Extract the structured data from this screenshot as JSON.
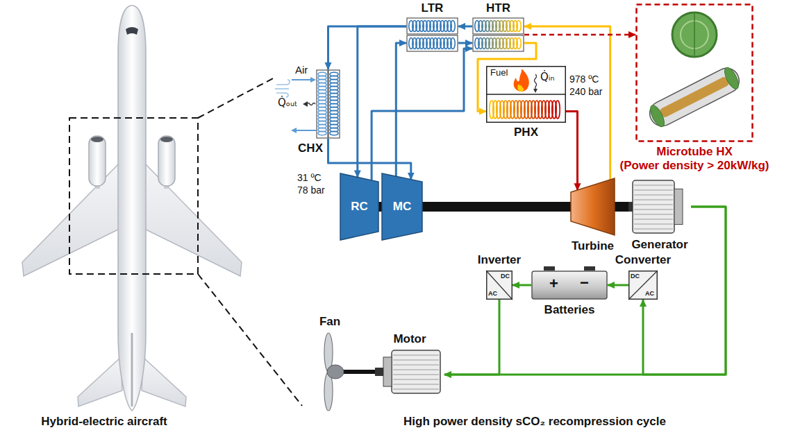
{
  "diagram": {
    "caption": "High power density sCO₂ recompression cycle",
    "nodes": [
      {
        "text": [
          "LTR"
        ]
      },
      {
        "text": [
          "HTR"
        ]
      },
      {
        "text": [
          "Microtube HX",
          "(Power density > 20kW/kg)"
        ]
      },
      {
        "text": [
          "CHX"
        ]
      },
      {
        "text": [
          "Fuel",
          "Q̇ᵢₙ",
          "PHX"
        ]
      },
      {
        "text": [
          "RC"
        ]
      },
      {
        "text": [
          "MC"
        ]
      },
      {
        "text": [
          "Turbine"
        ]
      },
      {
        "text": [
          "Generator"
        ]
      },
      {
        "text": [
          "Inverter",
          "DC",
          "AC"
        ]
      },
      {
        "text": [
          "+",
          "−",
          "Batteries"
        ]
      },
      {
        "text": [
          "Converter",
          "DC",
          "AC"
        ]
      },
      {
        "text": [
          "Fan"
        ]
      },
      {
        "text": [
          "Motor"
        ]
      }
    ],
    "edges": [
      {
        "from": 7,
        "to": 1,
        "arrow": "to"
      },
      {
        "from": 1,
        "to": 0,
        "arrow": "to"
      },
      {
        "from": 0,
        "to": 3,
        "arrow": "to"
      },
      {
        "from": 0,
        "to": 5,
        "arrow": "to"
      },
      {
        "from": 3,
        "to": 6,
        "arrow": "to"
      },
      {
        "from": 6,
        "to": 0,
        "arrow": "to"
      },
      {
        "from": 0,
        "to": 1,
        "arrow": "to"
      },
      {
        "from": 5,
        "to": 1,
        "arrow": "to"
      },
      {
        "from": 1,
        "to": 4,
        "arrow": "to"
      },
      {
        "from": 4,
        "to": 7,
        "arrow": "to"
      },
      {
        "from": 1,
        "to": 2,
        "arrow": "to"
      },
      {
        "from": 5,
        "to": 6,
        "arrow": "none"
      },
      {
        "from": 6,
        "to": 7,
        "arrow": "none"
      },
      {
        "from": 7,
        "to": 8,
        "arrow": "none"
      },
      {
        "from": 8,
        "to": 11,
        "arrow": "to"
      },
      {
        "from": 8,
        "to": 13,
        "arrow": "to"
      },
      {
        "from": 11,
        "to": 10,
        "arrow": "to"
      },
      {
        "from": 10,
        "to": 9,
        "arrow": "to"
      },
      {
        "from": 9,
        "to": 13,
        "arrow": "to"
      },
      {
        "from": 13,
        "to": 12,
        "arrow": "none"
      }
    ],
    "labels": [
      "Air",
      "Q̇ₒᵤₜ",
      "31 ºC",
      "78 bar",
      "978 ºC",
      "240 bar",
      "Hybrid-electric aircraft"
    ]
  }
}
